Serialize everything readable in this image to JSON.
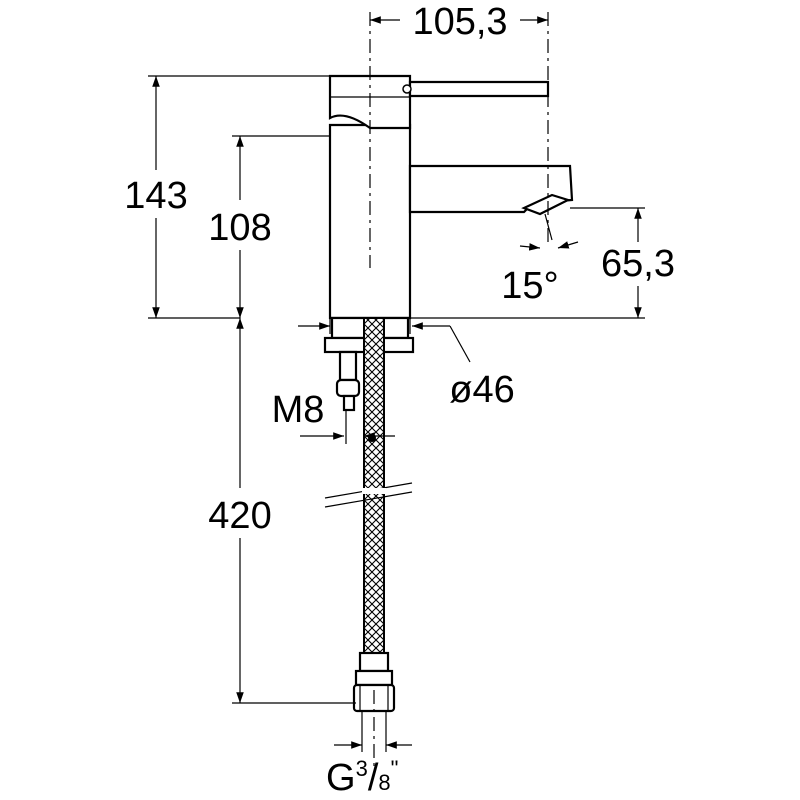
{
  "diagram": {
    "dimensions": {
      "spout_reach": "105,3",
      "total_height": "143",
      "spout_height": "108",
      "outlet_height": "65,3",
      "outlet_angle": "15°",
      "base_diameter": "ø46",
      "stud_thread": "M8",
      "hose_length": "420",
      "connection_prefix": "G",
      "connection_num": "3",
      "connection_sep": "/",
      "connection_den": "8",
      "connection_unit": "\""
    }
  }
}
